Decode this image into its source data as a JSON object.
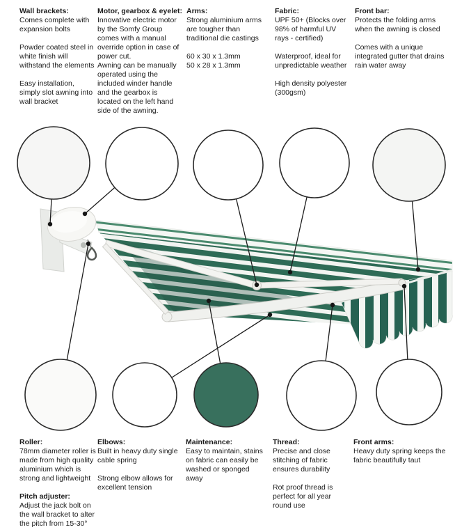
{
  "top": [
    {
      "title": "Wall brackets:",
      "p": [
        "Comes complete with expansion bolts",
        "Powder coated steel in white finish will withstand the elements",
        "Easy installation, simply slot awning into wall bracket"
      ]
    },
    {
      "title": "Motor, gearbox & eyelet:",
      "p": [
        "Innovative electric motor by the Somfy Group comes with a manual override option in case of power cut.\nAwning can be manually operated using the included winder handle and the gearbox is located on the left hand side of the awning."
      ]
    },
    {
      "title": "Arms:",
      "p": [
        "Strong aluminium arms are tougher than traditional die castings",
        "60 x 30 x 1.3mm\n50 x 28 x 1.3mm"
      ]
    },
    {
      "title": "Fabric:",
      "p": [
        "UPF 50+ (Blocks over 98% of harmful UV rays - certified)",
        "Waterproof, ideal for unpredictable weather",
        "High density polyester (300gsm)"
      ]
    },
    {
      "title": "Front bar:",
      "p": [
        "Protects the folding arms when the awning is closed",
        "Comes with a unique integrated gutter that drains rain water away"
      ]
    }
  ],
  "bottom": [
    {
      "title": "Roller:",
      "p": [
        "78mm diameter roller is made from high quality aluminium which is strong and lightweight"
      ],
      "title2": "Pitch adjuster:",
      "p2": [
        "Adjust the jack bolt on the wall bracket to alter the pitch from 15-30°"
      ]
    },
    {
      "title": "Elbows:",
      "p": [
        "Built in heavy duty single cable spring",
        "Strong elbow allows for excellent tension"
      ]
    },
    {
      "title": "Maintenance:",
      "p": [
        "Easy to maintain, stains on fabric can easily be washed or sponged away"
      ]
    },
    {
      "title": "Thread:",
      "p": [
        "Precise and close stitching of fabric ensures durability",
        "Rot proof thread is perfect for all year round use"
      ]
    },
    {
      "title": "Front arms:",
      "p": [
        "Heavy duty spring keeps the fabric beautifully taut"
      ]
    }
  ],
  "callouts": [
    {
      "name": "wall-bracket-detail"
    },
    {
      "name": "motor-gearbox-eyelet-detail"
    },
    {
      "name": "arm-joint-detail"
    },
    {
      "name": "fabric-stripe-detail"
    },
    {
      "name": "front-bar-profile-detail"
    },
    {
      "name": "roller-detail"
    },
    {
      "name": "elbow-joint-detail"
    },
    {
      "name": "maintenance-fabric-detail"
    },
    {
      "name": "thread-stitching-detail"
    },
    {
      "name": "front-arm-detail"
    }
  ],
  "colors": {
    "fabric_green": "#2b7b5f",
    "fabric_green_dark": "#266252",
    "metal_white": "#f3f3f0",
    "metal_gray": "#d6d8d4",
    "leader_line": "#1c1c1c",
    "text": "#1c1c1c",
    "background": "#ffffff"
  }
}
